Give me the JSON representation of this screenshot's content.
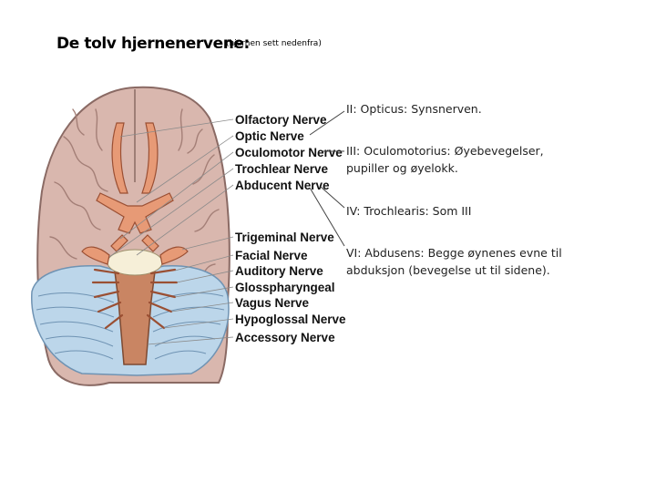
{
  "header": {
    "title": "De tolv hjernenervene:",
    "subtitle": "(hjernen sett nedenfra)"
  },
  "diagram": {
    "nerve_labels": [
      "Olfactory Nerve",
      "Optic Nerve",
      "Oculomotor Nerve",
      "Trochlear Nerve",
      "Abducent Nerve",
      "Trigeminal Nerve",
      "Facial Nerve",
      "Auditory Nerve",
      "Glosspharyngeal",
      "Vagus Nerve",
      "Hypoglossal Nerve",
      "Accessory Nerve"
    ]
  },
  "descriptions": [
    {
      "text": "II:  Opticus: Synsnerven."
    },
    {
      "text": "III: Oculomotorius: Øyebevegelser, pupiller og øyelokk."
    },
    {
      "text": "IV: Trochlearis: Som III"
    },
    {
      "text": "VI: Abdusens: Begge øynenes evne til abduksjon (bevegelse ut til sidene)."
    }
  ],
  "colors": {
    "cerebrum": "#d9b7ae",
    "cerebrum_outline": "#8a6a64",
    "cerebellum": "#bcd6ea",
    "cerebellum_lines": "#6f93b3",
    "nerve": "#e79a76",
    "nerve_outline": "#9a4f33",
    "connector": "#555555"
  }
}
